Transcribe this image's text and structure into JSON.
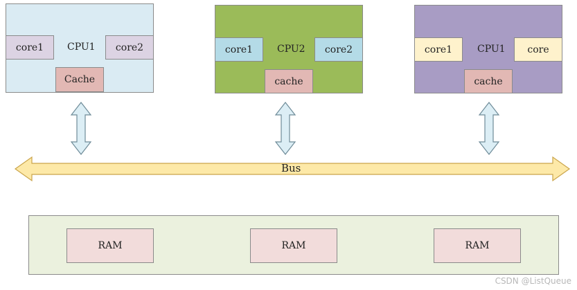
{
  "cpus": [
    {
      "title": "CPU1",
      "core_left": "core1",
      "core_right": "core2",
      "cache": "Cache",
      "colors": {
        "body": "#daebf3",
        "core": "#dcd3e3",
        "cache": "#e2b8b4"
      }
    },
    {
      "title": "CPU2",
      "core_left": "core1",
      "core_right": "core2",
      "cache": "cache",
      "colors": {
        "body": "#9bbb59",
        "core": "#b4dbe7",
        "cache": "#e2b8b4"
      }
    },
    {
      "title": "CPU1",
      "core_left": "core1",
      "core_right": "core",
      "cache": "cache",
      "colors": {
        "body": "#a89cc4",
        "core": "#fef2cc",
        "cache": "#e2b8b4"
      }
    }
  ],
  "bus": {
    "label": "Bus",
    "fill": "#fde9a8",
    "stroke": "#caa44a"
  },
  "connector": {
    "fill": "#dceef5",
    "stroke": "#6e8b98"
  },
  "memory": {
    "container_color": "#ebf1de",
    "ram_color": "#f2dcdb",
    "modules": [
      "RAM",
      "RAM",
      "RAM"
    ]
  },
  "watermark": "CSDN @ListQueue"
}
